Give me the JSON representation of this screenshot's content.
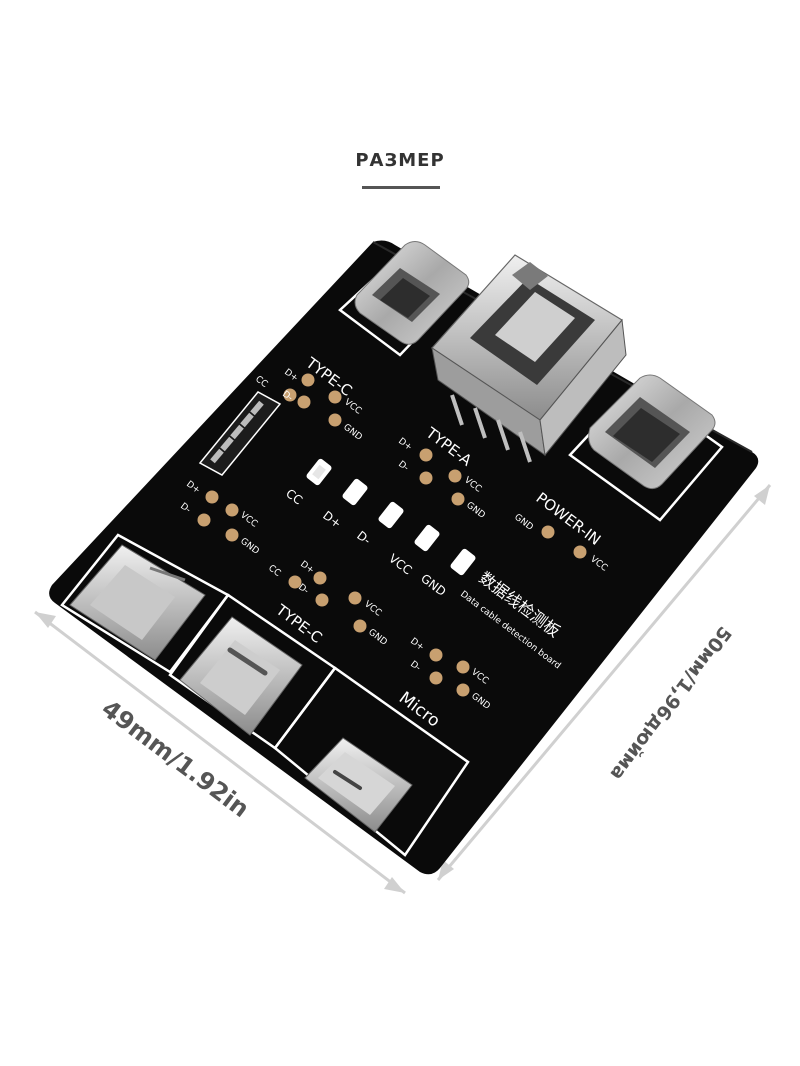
{
  "heading": "РАЗМЕР",
  "dimensions": {
    "width_label": "49mm/1.92in",
    "height_label": "50мм/1,96дюйма"
  },
  "board": {
    "labels": {
      "type_c_top": "TYPE-C",
      "type_a": "TYPE-A",
      "power_in": "POWER-IN",
      "type_c_bottom": "TYPE-C",
      "micro": "Micro",
      "chinese_title": "数据线检测板",
      "english_subtitle": "Data cable detection board"
    },
    "pins": {
      "cc": "CC",
      "d_plus": "D+",
      "d_minus": "D-",
      "vcc": "VCC",
      "gnd": "GND"
    },
    "leds": [
      "CC",
      "D+",
      "D-",
      "VCC",
      "GND"
    ]
  },
  "colors": {
    "pcb": "#0a0a0a",
    "silkscreen": "#ffffff",
    "pad": "#c8a070",
    "dimension_line": "#cfcfcf",
    "heading": "#333333"
  }
}
